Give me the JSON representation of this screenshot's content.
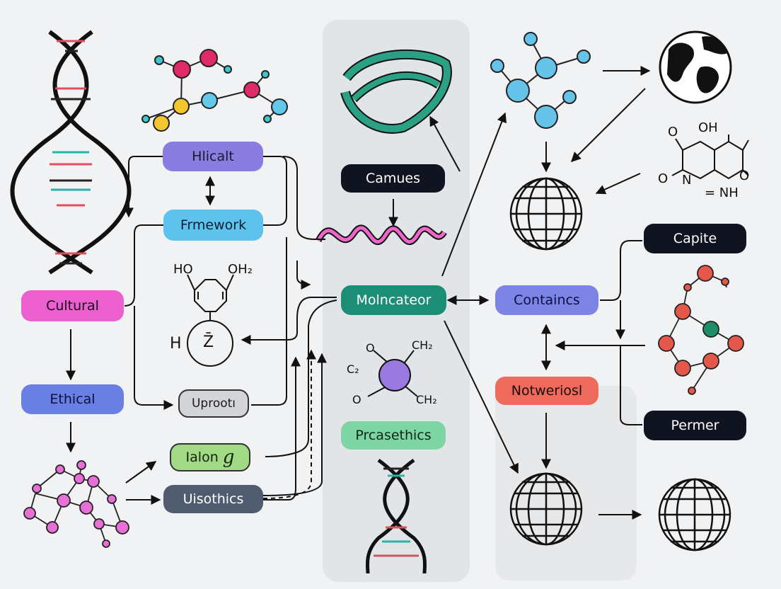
{
  "nodes": {
    "hlicalt": "Hlicalt",
    "framework": "Frmework",
    "cultural": "Cultural",
    "ethical": "Ethical",
    "uproot": "Uprootı",
    "ialong": "Ialon",
    "ialong_mark": "g",
    "uisothics": "Uisothics",
    "camues": "Camues",
    "molncateor": "Molncateor",
    "prcasethics": "Prcasethics",
    "containcs": "Containcs",
    "notweriosl": "Notweriosl",
    "capite": "Capite",
    "permer": "Permer"
  },
  "chem_labels": {
    "ho": "HO",
    "oh2": "OH₂",
    "h": "H",
    "z": "Z̄",
    "ch2_top": "CH₂",
    "c2": "C₂",
    "o_left_top": "O",
    "o_left_bottom": "O",
    "ch2_bottom": "CH₂",
    "oh": "OH",
    "o_ring_top": "O",
    "o_ring_left": "O",
    "o_ring_right": "O",
    "n": "N",
    "nh": "= NH"
  },
  "colors": {
    "purple": "#8b7de0",
    "blue": "#5ec3ec",
    "pink": "#ec5fce",
    "indigo": "#6a7fe3",
    "lightgray": "#d3d5d9",
    "green": "#a2d985",
    "slate": "#4f5b6e",
    "navy": "#0f1420",
    "teal": "#1c8e76",
    "mint": "#7dd5a4",
    "periwinkle": "#7c85e6",
    "coral": "#ee6a5d",
    "panel": "#dfe1e3"
  }
}
